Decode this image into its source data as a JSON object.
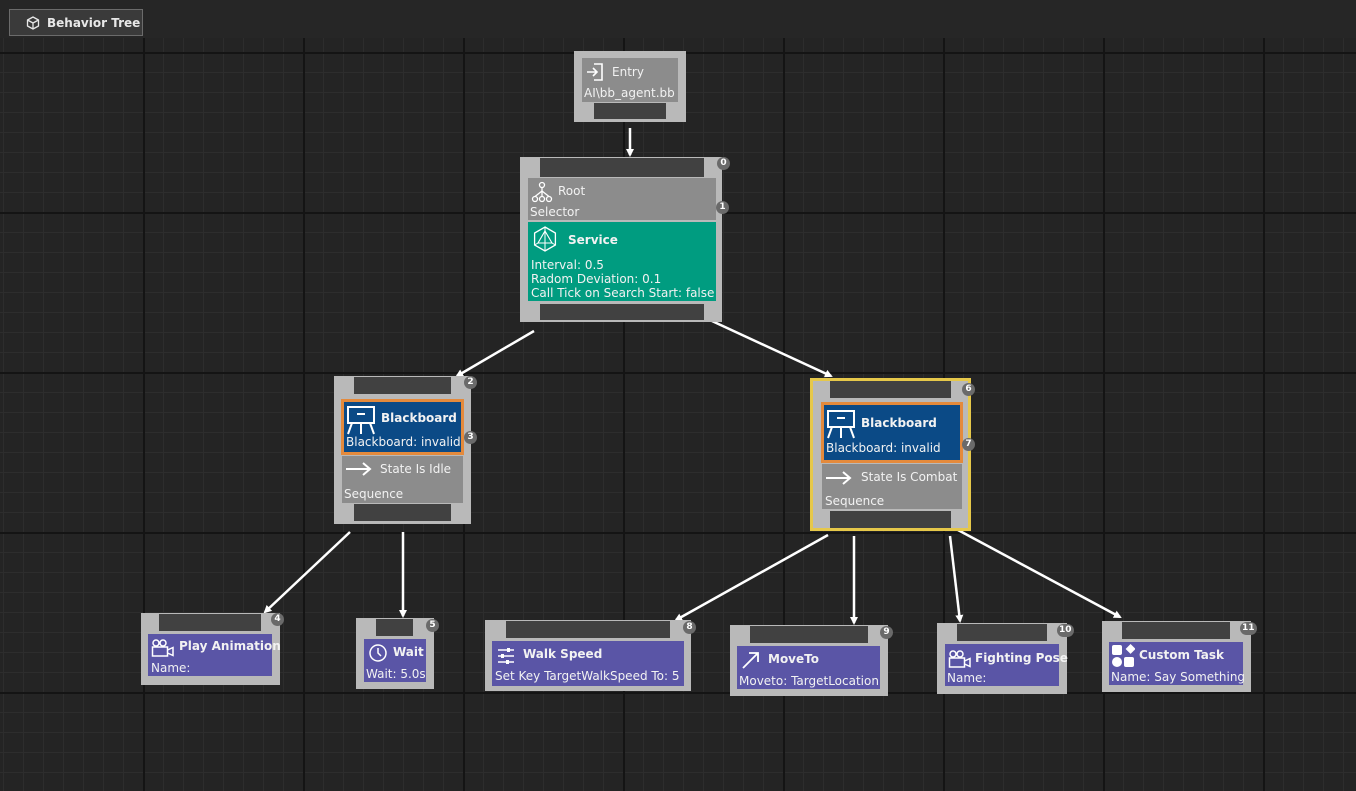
{
  "tab": {
    "label": "Behavior Tree",
    "icon": "cube-icon"
  },
  "colors": {
    "canvas": "#242424",
    "node_frame": "#b9b9b9",
    "service": "#009c80",
    "decorator": "#0b4a86",
    "decorator_border": "#e48a3c",
    "task": "#5a55a6",
    "selected_border": "#e6c84a"
  },
  "nodes": {
    "entry": {
      "title": "Entry",
      "subtitle": "AI\\bb_agent.bb",
      "icon": "entry-icon"
    },
    "root": {
      "index": "0",
      "title": "Root",
      "type": "Selector",
      "icon": "hierarchy-icon",
      "service": {
        "index": "1",
        "title": "Service",
        "icon": "service-icon",
        "lines": [
          "Interval: 0.5",
          "Radom Deviation: 0.1",
          "Call Tick on Search Start: false"
        ]
      }
    },
    "seq_idle": {
      "index": "2",
      "decorator": {
        "index": "3",
        "title": "Blackboard",
        "subtitle": "Blackboard: invalid",
        "icon": "blackboard-icon"
      },
      "label": "State Is Idle",
      "label_icon": "arrow-right-icon",
      "type": "Sequence"
    },
    "seq_combat": {
      "index": "6",
      "decorator": {
        "index": "7",
        "title": "Blackboard",
        "subtitle": "Blackboard: invalid",
        "icon": "blackboard-icon"
      },
      "label": "State Is Combat",
      "label_icon": "arrow-right-icon",
      "type": "Sequence"
    },
    "tasks": [
      {
        "index": "4",
        "title": "Play Animation",
        "subtitle": "Name:",
        "icon": "camera-icon"
      },
      {
        "index": "5",
        "title": "Wait",
        "subtitle": "Wait: 5.0s",
        "icon": "clock-icon"
      },
      {
        "index": "8",
        "title": "Walk Speed",
        "subtitle": "Set Key TargetWalkSpeed To: 5",
        "icon": "sliders-icon"
      },
      {
        "index": "9",
        "title": "MoveTo",
        "subtitle": "Moveto: TargetLocation",
        "icon": "arrow-diagonal-icon"
      },
      {
        "index": "10",
        "title": "Fighting Pose",
        "subtitle": "Name:",
        "icon": "camera-icon"
      },
      {
        "index": "11",
        "title": "Custom Task",
        "subtitle": "Name: Say Something",
        "icon": "shapes-icon"
      }
    ]
  }
}
